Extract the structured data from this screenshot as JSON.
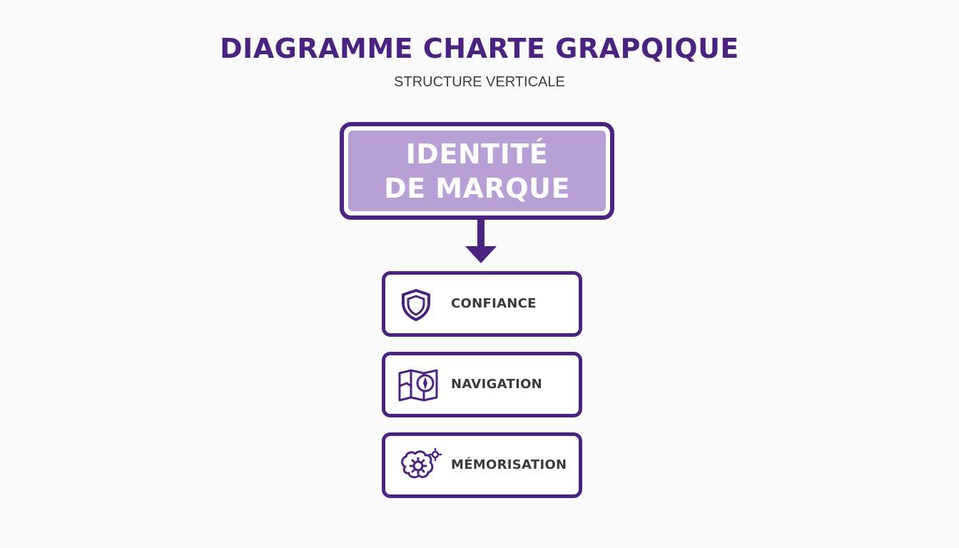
{
  "title": "DIAGRAMME CHARTE GRAPQIQUE",
  "subtitle": "STRUCTURE VERTICALE",
  "main_node": {
    "line1": "IDENTITÉ",
    "line2": "DE MARQUE"
  },
  "items": [
    {
      "label": "CONFIANCE",
      "icon": "shield-icon"
    },
    {
      "label": "NAVIGATION",
      "icon": "map-compass-icon"
    },
    {
      "label": "MÉMORISATION",
      "icon": "brain-gear-icon"
    }
  ],
  "colors": {
    "primary": "#4a2380",
    "node_fill": "#b89fd6",
    "text_dark": "#3a3a3a",
    "background": "#fafafb"
  }
}
